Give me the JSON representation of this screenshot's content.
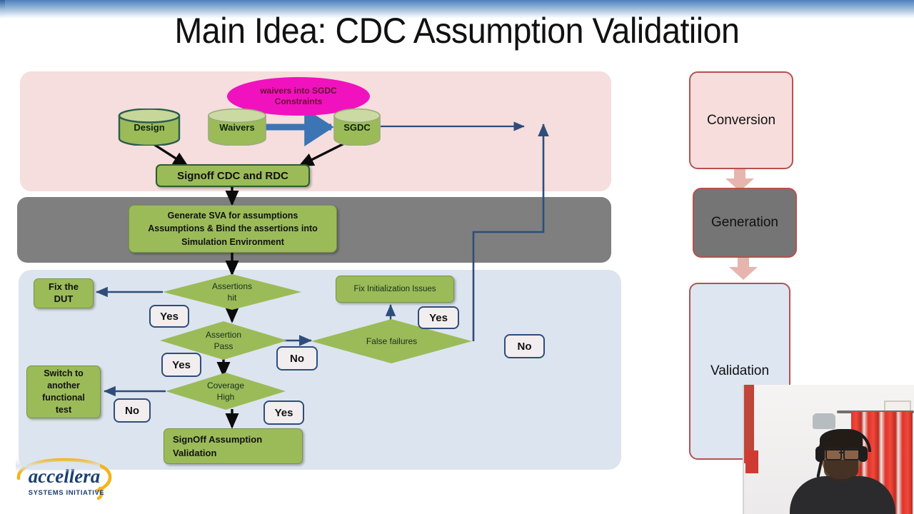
{
  "slide": {
    "title": "Main Idea: CDC Assumption Validatiion"
  },
  "colors": {
    "conversion_band": "#f5dedd",
    "generation_band": "#7f7f7f",
    "validation_band": "#dce4ef",
    "process_green": "#9bbb59",
    "callout_magenta": "#f012be",
    "connector_navy": "#2e4d7b",
    "stage_border": "#b4524f"
  },
  "conversion": {
    "callout": {
      "line1": "waivers into SGDC",
      "line2": "Constraints"
    },
    "cylinders": [
      {
        "label": "Design"
      },
      {
        "label": "Waivers"
      },
      {
        "label": "SGDC"
      }
    ],
    "signoff_box": "Signoff CDC and RDC"
  },
  "generation": {
    "box_lines": [
      "Generate SVA for assumptions",
      "Assumptions & Bind the assertions into",
      "Simulation Environment"
    ]
  },
  "validation": {
    "decisions": [
      {
        "line1": "Assertions",
        "line2": "hit"
      },
      {
        "line1": "Assertion",
        "line2": "Pass"
      },
      {
        "line1": "Coverage",
        "line2": "High"
      },
      {
        "line1": "False failures",
        "line2": ""
      }
    ],
    "actions": [
      {
        "lines": [
          "Fix the",
          "DUT"
        ]
      },
      {
        "lines": [
          "Switch to",
          "another",
          "functional",
          "test"
        ]
      },
      {
        "lines": [
          "Fix Initialization Issues"
        ]
      },
      {
        "lines": [
          "SignOff Assumption",
          "Validation"
        ]
      }
    ],
    "chips": [
      {
        "label": "Yes",
        "name": "assertions-hit-yes"
      },
      {
        "label": "Yes",
        "name": "assertion-pass-yes"
      },
      {
        "label": "No",
        "name": "assertion-pass-no"
      },
      {
        "label": "Yes",
        "name": "false-failures-yes"
      },
      {
        "label": "No",
        "name": "false-failures-no"
      },
      {
        "label": "No",
        "name": "coverage-high-no"
      },
      {
        "label": "Yes",
        "name": "coverage-high-yes"
      }
    ]
  },
  "stages": [
    {
      "label": "Conversion"
    },
    {
      "label": "Generation"
    },
    {
      "label": "Validation"
    }
  ],
  "logo": {
    "wordmark": "accellera",
    "tagline": "SYSTEMS INITIATIVE"
  }
}
